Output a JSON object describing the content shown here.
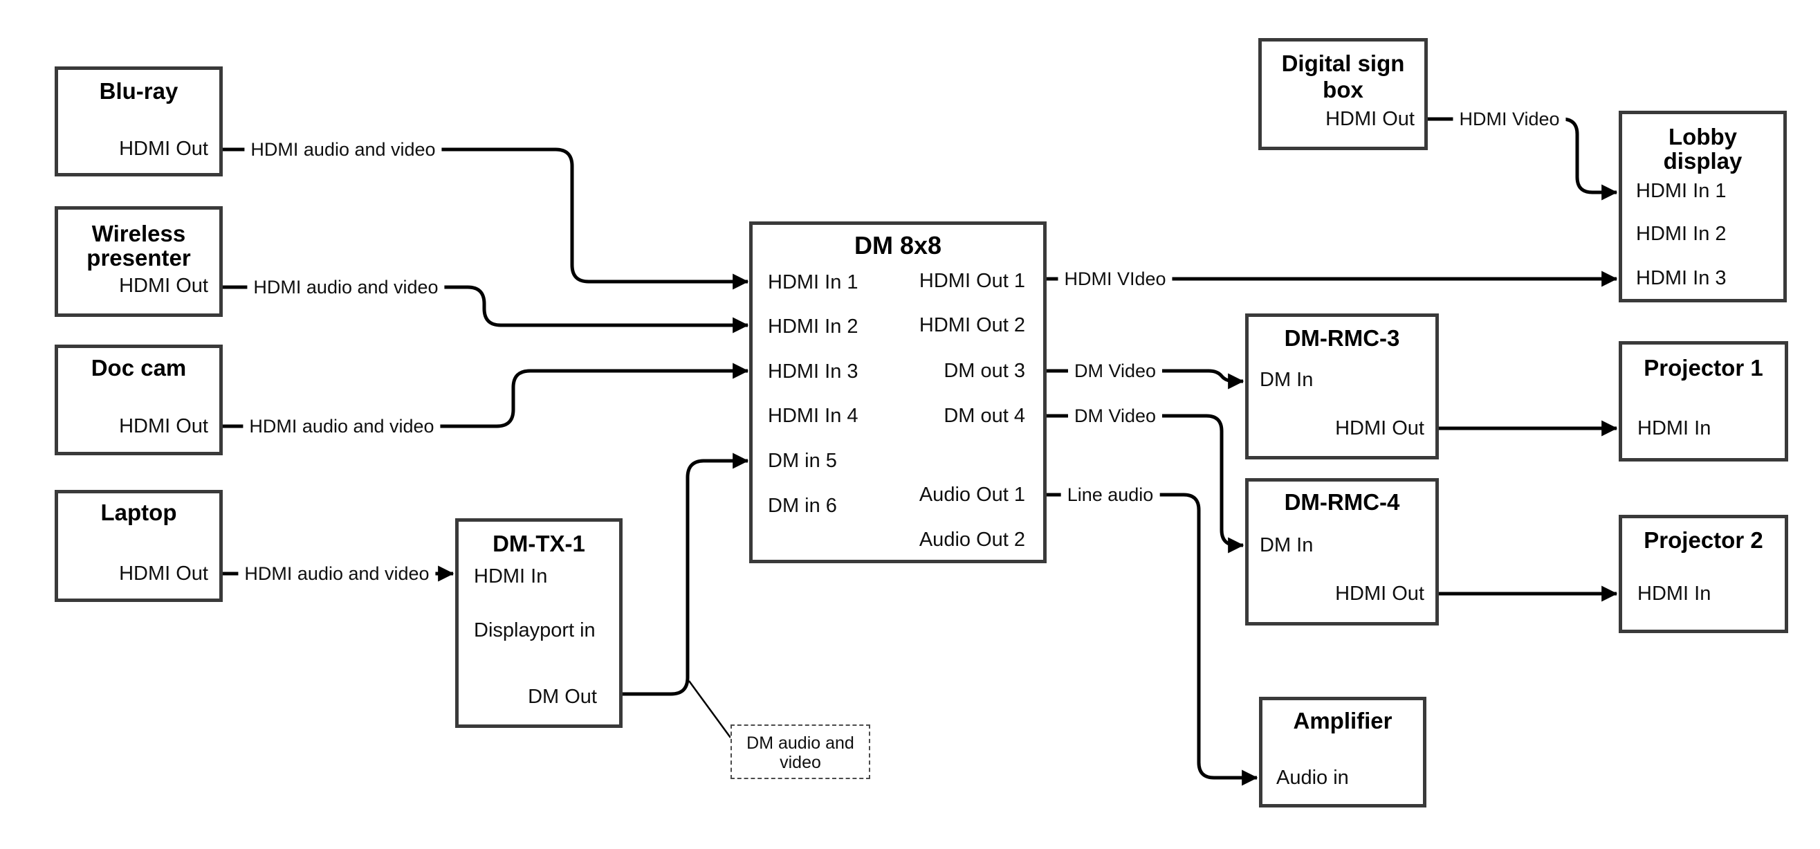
{
  "nodes": {
    "bluray": {
      "title": "Blu-ray",
      "ports": [
        "HDMI Out"
      ]
    },
    "wireless": {
      "title": "Wireless\npresenter",
      "ports": [
        "HDMI Out"
      ]
    },
    "doccam": {
      "title": "Doc cam",
      "ports": [
        "HDMI Out"
      ]
    },
    "laptop": {
      "title": "Laptop",
      "ports": [
        "HDMI Out"
      ]
    },
    "dmtx1": {
      "title": "DM-TX-1",
      "ports": [
        "HDMI In",
        "Displayport in",
        "DM Out"
      ]
    },
    "dm8x8": {
      "title": "DM 8x8",
      "inputs": [
        "HDMI In 1",
        "HDMI In 2",
        "HDMI In 3",
        "HDMI In 4",
        "DM in 5",
        "DM in 6"
      ],
      "outputs": [
        "HDMI Out 1",
        "HDMI Out 2",
        "DM out 3",
        "DM out 4",
        "Audio Out 1",
        "Audio Out 2"
      ]
    },
    "digitalsign": {
      "title": "Digital sign\nbox",
      "ports": [
        "HDMI Out"
      ]
    },
    "lobby": {
      "title": "Lobby\ndisplay",
      "ports": [
        "HDMI In 1",
        "HDMI In 2",
        "HDMI In 3"
      ]
    },
    "dmrmc3": {
      "title": "DM-RMC-3",
      "ports": [
        "DM In",
        "HDMI Out"
      ]
    },
    "proj1": {
      "title": "Projector 1",
      "ports": [
        "HDMI In"
      ]
    },
    "dmrmc4": {
      "title": "DM-RMC-4",
      "ports": [
        "DM In",
        "HDMI Out"
      ]
    },
    "proj2": {
      "title": "Projector 2",
      "ports": [
        "HDMI In"
      ]
    },
    "amplifier": {
      "title": "Amplifier",
      "ports": [
        "Audio in"
      ]
    }
  },
  "note": {
    "text": "DM audio and\nvideo"
  },
  "edges": [
    {
      "from": "Blu-ray HDMI Out",
      "to": "DM 8x8 HDMI In 1",
      "label": "HDMI audio and video"
    },
    {
      "from": "Wireless presenter HDMI Out",
      "to": "DM 8x8 HDMI In 2",
      "label": "HDMI audio and video"
    },
    {
      "from": "Doc cam HDMI Out",
      "to": "DM 8x8 HDMI In 3",
      "label": "HDMI audio and video"
    },
    {
      "from": "Laptop HDMI Out",
      "to": "DM-TX-1 HDMI In",
      "label": "HDMI audio and video"
    },
    {
      "from": "DM-TX-1 DM Out",
      "to": "DM 8x8 DM in 5",
      "label": ""
    },
    {
      "from": "DM 8x8 HDMI Out 1",
      "to": "Lobby display HDMI In 3",
      "label": "HDMI VIdeo"
    },
    {
      "from": "DM 8x8 DM out 3",
      "to": "DM-RMC-3 DM In",
      "label": "DM Video"
    },
    {
      "from": "DM 8x8 DM out 4",
      "to": "DM-RMC-4 DM In",
      "label": "DM Video"
    },
    {
      "from": "DM 8x8 Audio Out 1",
      "to": "Amplifier Audio in",
      "label": "Line audio"
    },
    {
      "from": "DM-RMC-3 HDMI Out",
      "to": "Projector 1 HDMI In",
      "label": ""
    },
    {
      "from": "DM-RMC-4 HDMI Out",
      "to": "Projector 2 HDMI In",
      "label": ""
    },
    {
      "from": "Digital sign box HDMI Out",
      "to": "Lobby display HDMI In 1",
      "label": "HDMI Video"
    }
  ],
  "colors": {
    "background": "#ffffff",
    "box_border": "#3a3a3a",
    "line": "#000000",
    "text": "#000000"
  }
}
